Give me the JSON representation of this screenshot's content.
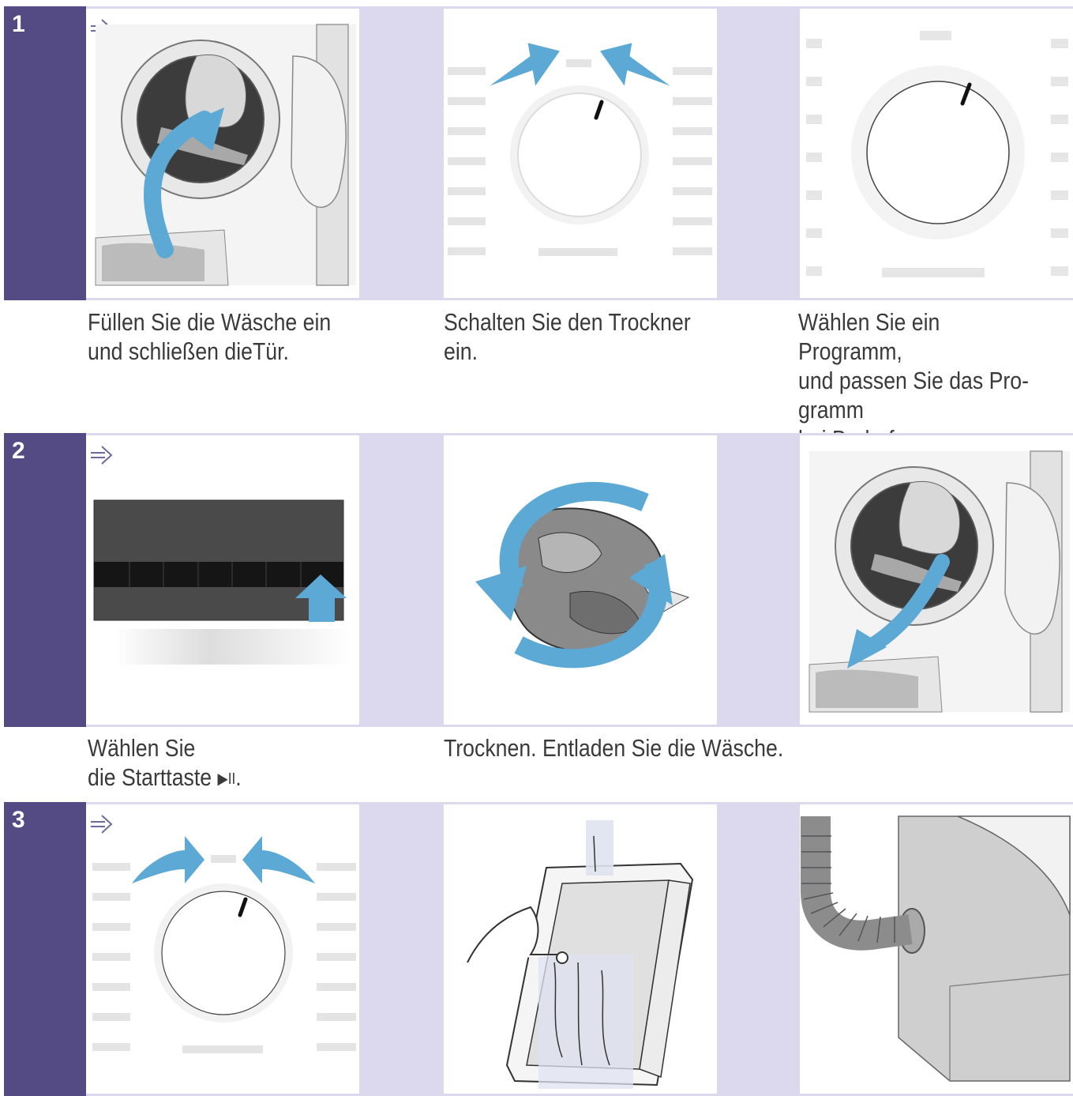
{
  "accent_color": "#544a84",
  "band_color": "#dcd9ee",
  "arrow_color": "#5ba9d4",
  "steps": [
    {
      "number": "1",
      "arrow_icon": "double-arrow-right-icon",
      "captions": [
        "Füllen Sie die Wäsche ein\nund schließen dieTür.",
        "Schalten Sie den Trockner\nein.",
        "Wählen Sie ein Programm,\nund passen Sie das Pro-\ngramm\nbei Bedarf an."
      ]
    },
    {
      "number": "2",
      "arrow_icon": "double-arrow-right-icon",
      "caption_start": "Wählen Sie\ndie Starttaste ",
      "start_symbol": "▶II",
      "caption_start_end": ".",
      "caption_dry": "Trocknen. Entladen Sie die Wäsche."
    },
    {
      "number": "3",
      "arrow_icon": "double-arrow-right-icon"
    }
  ]
}
